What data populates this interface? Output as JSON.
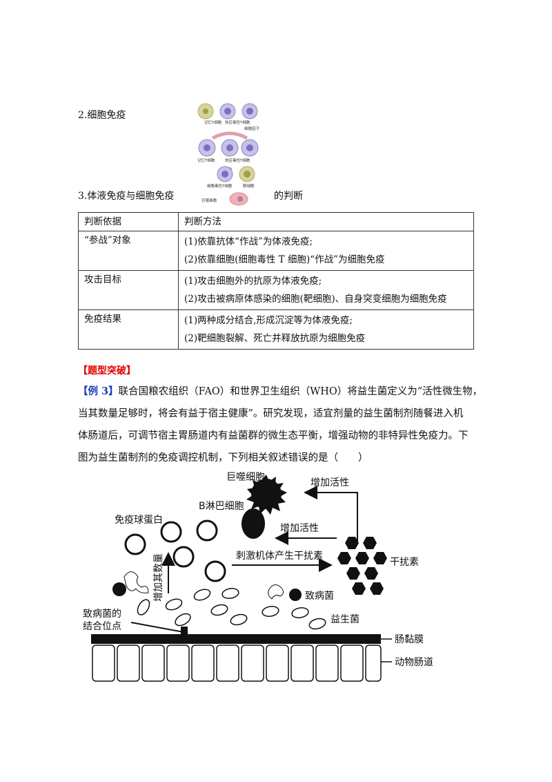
{
  "section2_title": "2.细胞免疫",
  "section3_title_left": "3.体液免疫与细胞免疫",
  "section3_title_right": "的判断",
  "thumb_labels": {
    "t1a": "记忆T细胞",
    "t1b": "效应毒性T细胞",
    "t1c": "细胞因子",
    "t2a": "记忆T细胞",
    "t2b": "效应毒性T细胞",
    "t3a": "细胞毒性T细胞",
    "t3b": "靶细胞",
    "t4": "巨噬细胞"
  },
  "table": {
    "header": [
      "判断依据",
      "判断方法"
    ],
    "rows": [
      {
        "basis": "“参战”对象",
        "methods": [
          "(1)依靠抗体“作战”为体液免疫;",
          "(2)依靠细胞(细胞毒性 T 细胞)“作战”为细胞免疫"
        ]
      },
      {
        "basis": "攻击目标",
        "methods": [
          "(1)攻击细胞外的抗原为体液免疫;",
          "(2)攻击被病原体感染的细胞(靶细胞)、自身突变细胞为细胞免疫"
        ]
      },
      {
        "basis": "免疫结果",
        "methods": [
          "(1)两种成分结合,形成沉淀等为体液免疫;",
          "(2)靶细胞裂解、死亡并释放抗原为细胞免疫"
        ]
      }
    ]
  },
  "breakthrough_title": "【题型突破】",
  "example_label": "【例 3】",
  "example_lines": [
    "联合国粮农组织（FAO）和世界卫生组织（WHO）将益生菌定义为“活性微生物，",
    "当其数量足够时，将会有益于宿主健康”。研究发现，适宜剂量的益生菌制剂随餐进入机",
    "体肠道后，可调节宿主胃肠道内有益菌群的微生态平衡，增强动物的非特异性免疫力。下",
    "图为益生菌制剂的免疫调控机制，下列相关叙述错误的是（　　）"
  ],
  "diagram": {
    "macrophage": "巨噬细胞",
    "increase_activity_1": "增加活性",
    "b_cell": "B淋巴细胞",
    "immunoglobulin": "免疫球蛋白",
    "increase_activity_2": "增加活性",
    "stimulate": "刺激机体产生干扰素",
    "interferon": "干扰素",
    "increase_number": "增加其数量",
    "pathogen": "致病菌",
    "binding_site": "致病菌的结合位点",
    "probiotic": "益生菌",
    "mucosa": "肠黏膜",
    "intestine": "动物肠道"
  }
}
